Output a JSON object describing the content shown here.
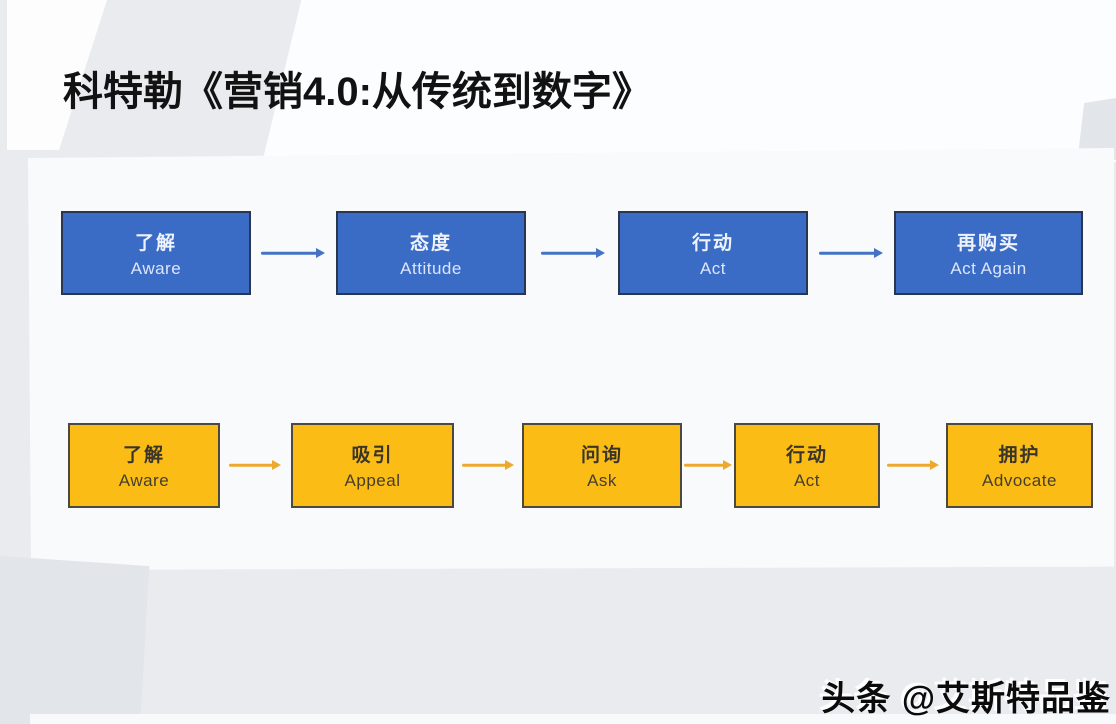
{
  "page": {
    "title": "科特勒《营销4.0:从传统到数字》",
    "watermark": "头条 @艾斯特品鉴"
  },
  "colors": {
    "traditional_box_fill": "#3a6cc6",
    "traditional_box_border": "#2a3550",
    "traditional_text": "#eef2fc",
    "traditional_arrow": "#4472c4",
    "digital_box_fill": "#fbbc15",
    "digital_box_border": "#4c4a40",
    "digital_text": "#3a352a",
    "digital_arrow": "#eca92e",
    "page_background": "#e9ebef",
    "panel_background": "#f8fafb",
    "title_color": "#121212"
  },
  "flows": {
    "traditional": {
      "stages": [
        {
          "zh": "了解",
          "en": "Aware"
        },
        {
          "zh": "态度",
          "en": "Attitude"
        },
        {
          "zh": "行动",
          "en": "Act"
        },
        {
          "zh": "再购买",
          "en": "Act Again"
        }
      ]
    },
    "digital": {
      "stages": [
        {
          "zh": "了解",
          "en": "Aware"
        },
        {
          "zh": "吸引",
          "en": "Appeal"
        },
        {
          "zh": "问询",
          "en": "Ask"
        },
        {
          "zh": "行动",
          "en": "Act"
        },
        {
          "zh": "拥护",
          "en": "Advocate"
        }
      ]
    }
  }
}
